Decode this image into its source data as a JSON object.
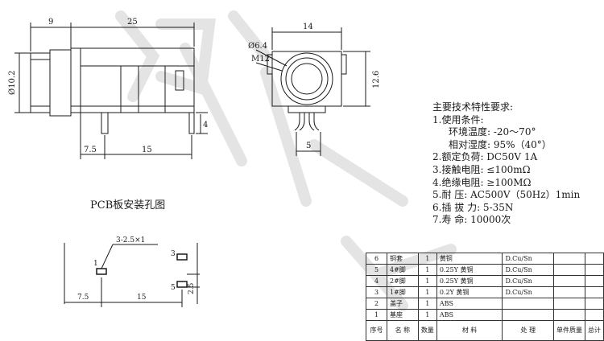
{
  "side_view": {
    "dim_top": "25",
    "dim_left": "9",
    "dim_diameter": "Ø10.2",
    "dim_pin": "4",
    "dim_bottom_left": "7.5",
    "dim_bottom_right": "15"
  },
  "front_view": {
    "dim_width": "14",
    "dim_thread_dia": "Ø6.4",
    "dim_thread": "M12",
    "dim_height": "12.6",
    "dim_pin_spacing": "5"
  },
  "pcb": {
    "title": "PCB板安装孔图",
    "hole_note": "3-2.5×1",
    "label_1": "1",
    "label_3": "3",
    "label_5": "5",
    "dim_25": "2.5",
    "dim_75": "7.5",
    "dim_15": "15"
  },
  "specs": {
    "title": "主要技术特性要求:",
    "lines": {
      "l1": "1.使用条件:",
      "l1a": "环境温度: -20～70°",
      "l1b": "相对湿度: 95%（40°）",
      "l2": "2.额定负荷: DC50V 1A",
      "l3": "3.接触电阻: ≤100mΩ",
      "l4": "4.绝缘电阻: ≥100MΩ",
      "l5": "5.耐   压: AC500V（50Hz）1min",
      "l6": "6.插 拔 力: 5-35N",
      "l7": "7.寿   命: 10000次"
    }
  },
  "bom": {
    "rows": [
      {
        "no": "6",
        "name": "铜套",
        "qty": "1",
        "material": "黄铜",
        "finish": "D.Cu/Sn"
      },
      {
        "no": "5",
        "name": "4#脚",
        "qty": "1",
        "material": "0.25Y 黄铜",
        "finish": "D.Cu/Sn"
      },
      {
        "no": "4",
        "name": "2#脚",
        "qty": "1",
        "material": "0.25Y 黄铜",
        "finish": "D.Cu/Sn"
      },
      {
        "no": "3",
        "name": "1#脚",
        "qty": "1",
        "material": "0.2Y 黄铜",
        "finish": "D.Cu/Sn"
      },
      {
        "no": "2",
        "name": "盖子",
        "qty": "1",
        "material": "ABS",
        "finish": ""
      },
      {
        "no": "1",
        "name": "基座",
        "qty": "1",
        "material": "ABS",
        "finish": ""
      }
    ],
    "header": {
      "no": "序号",
      "name": "名  称",
      "qty": "数量",
      "material": "材  料",
      "finish": "处  理",
      "unit_weight": "单件质量",
      "total_weight": "总计"
    }
  },
  "colors": {
    "line": "#1a1a1a",
    "watermark": "#e2e2e2",
    "background": "#ffffff"
  }
}
